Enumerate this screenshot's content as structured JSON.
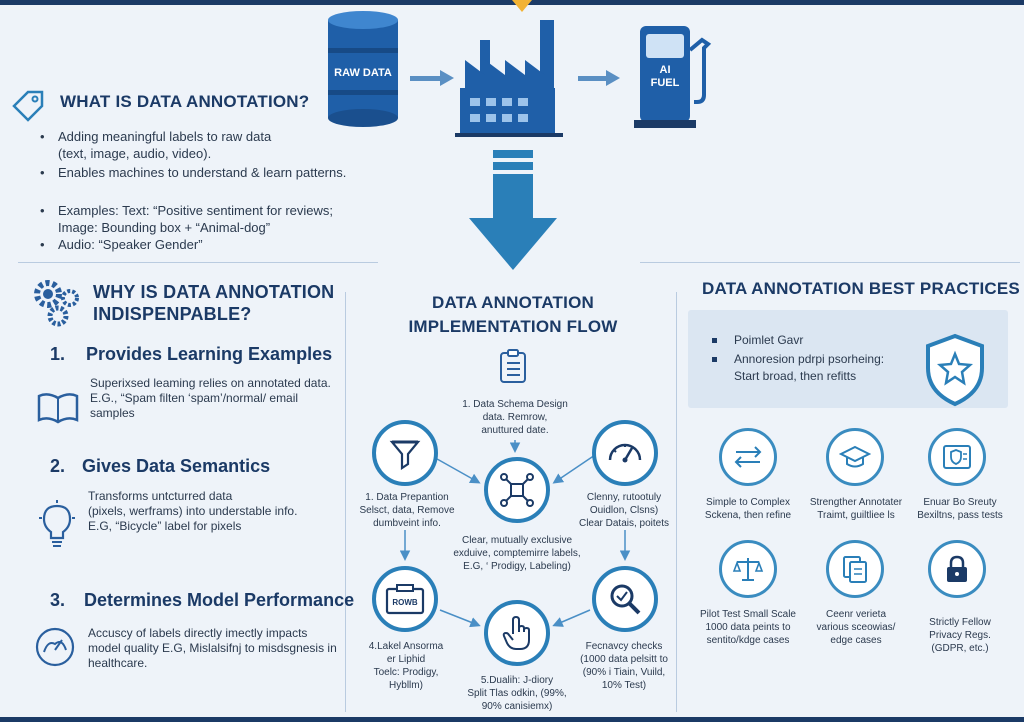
{
  "top": {
    "barrel_label": "RAW DATA",
    "pump_label_1": "AI",
    "pump_label_2": "FUEL"
  },
  "what": {
    "title": "WHAT IS DATA ANNOTATION?",
    "bullets": [
      "Adding meaningful labels to raw data",
      "(text, image, audio, video).",
      "Enables machines to understand & learn patterns."
    ],
    "examples": [
      "Examples: Text: “Positive sentiment for reviews;",
      "Image: Bounding box + “Animal-dog”",
      "Audio: “Speaker Gender”"
    ]
  },
  "why": {
    "title_1": "WHY IS DATA ANNOTATION",
    "title_2": "INDISPENPABLE?",
    "items": [
      {
        "num": "1.",
        "title": "Provides Learning Examples",
        "text": [
          "Superixsed leaming relies on annotated data.",
          "E.G., “Spam filten ‘spam’/normal/ email",
          "samples"
        ]
      },
      {
        "num": "2.",
        "title": "Gives Data Semantics",
        "text": [
          "Transforms untcturred data",
          "(pixels, werframs) into understable info.",
          "E.G,  “Bicycle” label for pixels"
        ]
      },
      {
        "num": "3.",
        "title": "Determines Model Performance",
        "text": [
          "Accuscy of labels directly imectly impacts",
          "model quality E.G, Mislalsifnj to misdsgnesis in",
          "healthcare."
        ]
      }
    ]
  },
  "flow": {
    "title_1": "DATA ANNOTATION",
    "title_2": "IMPLEMENTATION FLOW",
    "schema": [
      "1. Data Schema Design",
      "data. Remrow,",
      "anuttured date."
    ],
    "prep": [
      "1. Data Prepantion",
      "Selsct, data, Remove",
      "dumbveint info."
    ],
    "right_top": [
      "Clenny, rutootuly",
      "Ouidlon, Clsns)",
      "Clear Datais, poitets"
    ],
    "center": [
      "Clear, mutually exclusive",
      "exduive, comptemirre labels,",
      "E.G, ‘ Prodigy, Labeling)"
    ],
    "label": [
      "4.Lakel Ansorma",
      "er Liphid",
      "Toelc: Prodigy,",
      "Hybllm)"
    ],
    "qc": [
      "5.Dualih: J-diory",
      "Split Tlas odkin, (99%,",
      "90% canisiemx)"
    ],
    "split": [
      "Fecnavcy checks",
      "(1000 data pelsitt to",
      "(90% i Tiain, Vuild,",
      "10% Test)"
    ],
    "box_icon_text": "ROWB"
  },
  "best": {
    "title": "DATA ANNOTATION BEST PRACTICES",
    "box_lines": [
      "Poimlet Gavr",
      "Annoresion pdrpi psorheing:",
      "Start broad, then refitts"
    ],
    "row1": [
      [
        "Simple to Complex",
        "Sckena, then refine"
      ],
      [
        "Strengther Annotater",
        "Traimt, guiltliee ls"
      ],
      [
        "Enuar Bo Sreuty",
        "Bexiltns, pass tests"
      ]
    ],
    "row2": [
      [
        "Pilot Test Small Scale",
        "1000 data peints to",
        "sentito/kdge cases"
      ],
      [
        "Ceenr verieta",
        "various sceowias/",
        "edge cases"
      ],
      [
        "Strictly Fellow",
        "Privacy Regs.",
        "(GDPR, etc.)"
      ]
    ]
  },
  "colors": {
    "primary": "#2a7fb8",
    "navy": "#1b3a66",
    "background": "#eef3f9"
  }
}
